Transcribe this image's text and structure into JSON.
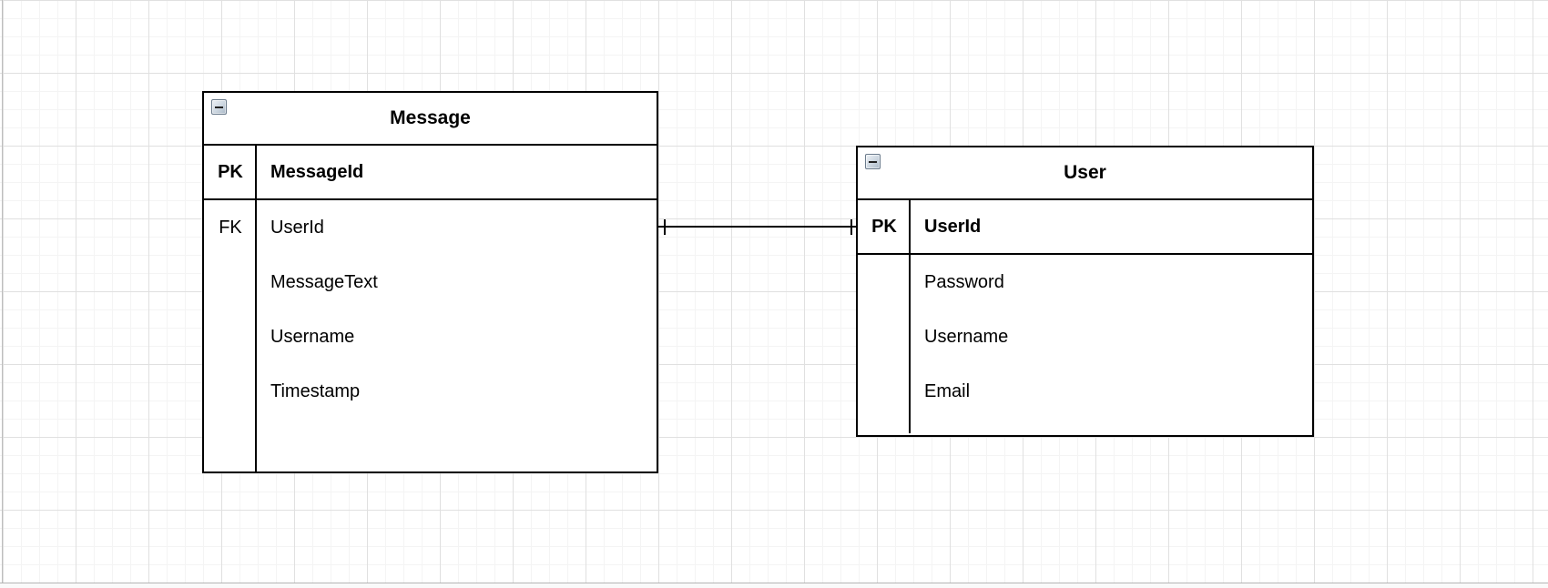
{
  "canvas": {
    "background_color": "#ffffff",
    "grid_minor_color": "#f4f4f4",
    "grid_major_color": "#e0e0e0",
    "page_edge_color": "#b4b4b4"
  },
  "entities": [
    {
      "title": "Message",
      "collapse_icon": "minus",
      "rows": [
        {
          "key": "PK",
          "name": "MessageId"
        },
        {
          "key": "FK",
          "name": "UserId"
        },
        {
          "key": "",
          "name": "MessageText"
        },
        {
          "key": "",
          "name": "Username"
        },
        {
          "key": "",
          "name": "Timestamp"
        }
      ]
    },
    {
      "title": "User",
      "collapse_icon": "minus",
      "rows": [
        {
          "key": "PK",
          "name": "UserId"
        },
        {
          "key": "",
          "name": "Password"
        },
        {
          "key": "",
          "name": "Username"
        },
        {
          "key": "",
          "name": "Email"
        }
      ]
    }
  ],
  "relationship": {
    "connects": "Message.UserId — User.UserId",
    "start_cardinality": "one",
    "end_cardinality": "one",
    "line_color": "#000000"
  }
}
